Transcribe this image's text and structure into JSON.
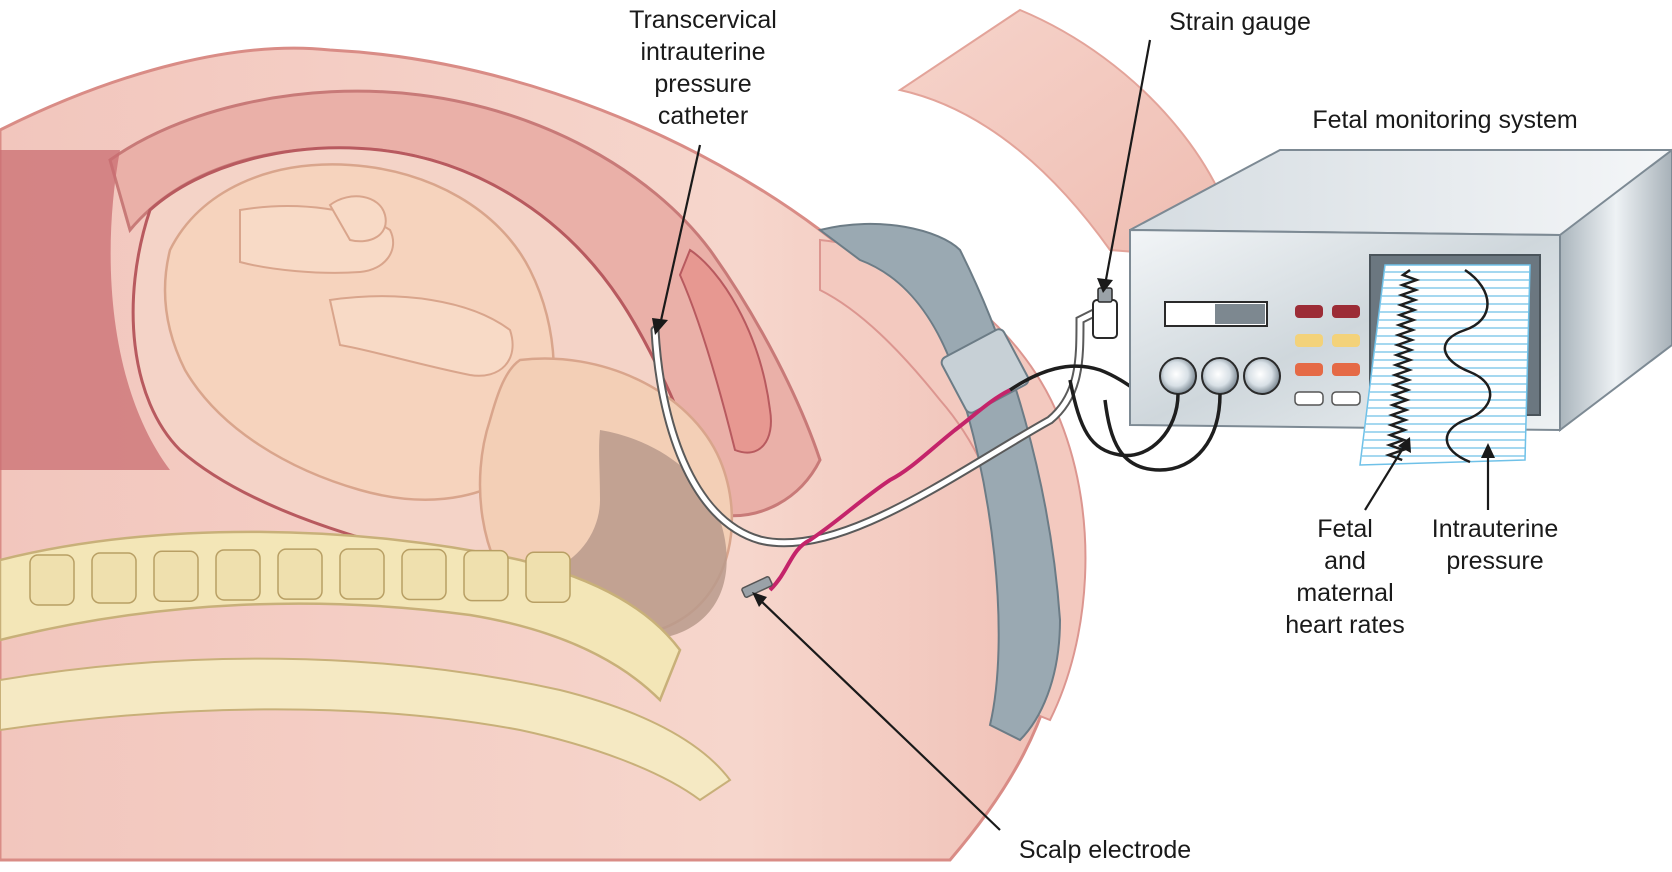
{
  "labels": {
    "catheter": [
      "Transcervical",
      "intrauterine",
      "pressure",
      "catheter"
    ],
    "strain_gauge": "Strain gauge",
    "monitor": "Fetal monitoring system",
    "heart_rates": [
      "Fetal",
      "and",
      "maternal",
      "heart rates"
    ],
    "intrauterine_pressure": [
      "Intrauterine",
      "pressure"
    ],
    "scalp_electrode": "Scalp electrode"
  },
  "colors": {
    "skin": "#f7d7cc",
    "uterus_wall": "#e8a8a0",
    "uterus_dark": "#b85a5f",
    "fetus": "#f5d2bb",
    "fetal_hair": "#b89a8c",
    "spine": "#f3e6b7",
    "belt": "#9aa9b2",
    "monitor_body": "#c9d1d6",
    "paper_lines": "#6fc1e8",
    "electrode_wire": "#c4246a",
    "button_red": "#9c2c36",
    "button_yellow": "#f3d27a",
    "button_orange": "#e56a46"
  },
  "icons": {
    "monitor": "fetal-monitor-device",
    "catheter": "catheter-tube",
    "electrode": "scalp-electrode-wire"
  }
}
